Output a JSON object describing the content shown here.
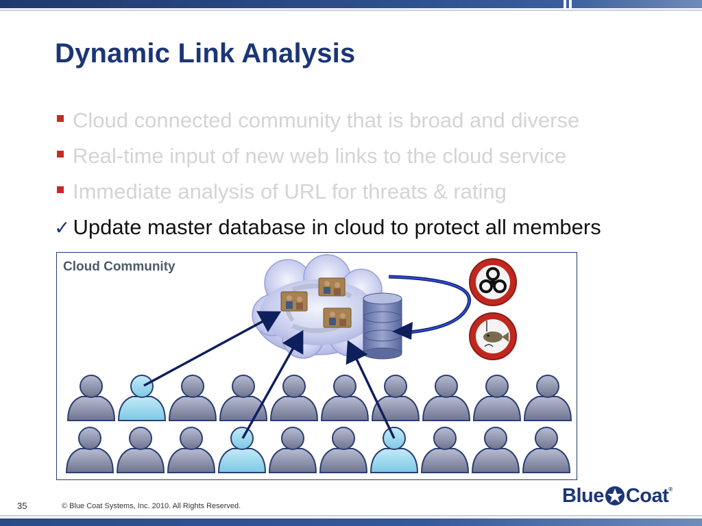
{
  "slide": {
    "title": "Dynamic Link Analysis",
    "page_number": "35",
    "copyright": "© Blue Coat Systems, Inc. 2010.  All Rights Reserved."
  },
  "bullets": [
    {
      "text": "Cloud connected community that is broad and diverse",
      "state": "dim",
      "marker": "square"
    },
    {
      "text": "Real-time input of new web links to the cloud service",
      "state": "dim",
      "marker": "square"
    },
    {
      "text": "Immediate analysis of URL for threats & rating",
      "state": "dim",
      "marker": "square"
    },
    {
      "text": "Update master database in cloud to protect all members",
      "state": "active",
      "marker": "check"
    }
  ],
  "diagram": {
    "label": "Cloud Community",
    "icons": [
      "cloud-icon",
      "database-icon",
      "biohazard-icon",
      "phishing-icon",
      "user-icon"
    ],
    "highlighted_users": [
      "row1-col2",
      "row2-col4",
      "row2-col7"
    ]
  },
  "logo": {
    "left": "Blue",
    "right": "Coat",
    "tm": "®"
  },
  "colors": {
    "title": "#1b3577",
    "bullet_marker": "#c62b25",
    "dim_text": "#d4d4d4",
    "user_grey": "#8a90a8",
    "user_highlight": "#8fd4ec",
    "arrow": "#0e1f5c",
    "threat_red": "#c0281f"
  }
}
